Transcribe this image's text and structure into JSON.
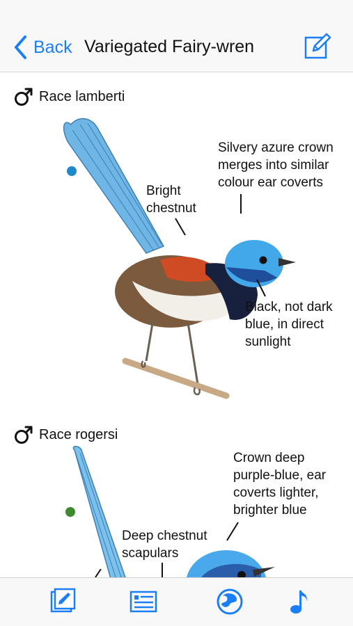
{
  "navbar": {
    "back_label": "Back",
    "title": "Variegated Fairy-wren",
    "back_icon": "chevron-left-icon",
    "edit_icon": "compose-icon"
  },
  "colors": {
    "accent": "#1a7ff6",
    "dot_lamberti": "#1f8ac9",
    "dot_rogersi": "#3d8b2e"
  },
  "sections": [
    {
      "sex_symbol": "male-symbol-icon",
      "race": "Race lamberti",
      "annotations": [
        "Silvery azure crown\nmerges into similar\ncolour ear coverts",
        "Bright\nchestnut",
        "Black, not dark\nblue, in direct\nsunlight"
      ]
    },
    {
      "sex_symbol": "male-symbol-icon",
      "race": "Race rogersi",
      "annotations": [
        "Crown deep\npurple-blue, ear\ncoverts lighter,\nbrighter blue",
        "Deep chestnut\nscapulars"
      ]
    }
  ],
  "tabbar": [
    {
      "icon": "notes-icon"
    },
    {
      "icon": "text-list-icon"
    },
    {
      "icon": "globe-icon"
    },
    {
      "icon": "music-note-icon"
    }
  ]
}
